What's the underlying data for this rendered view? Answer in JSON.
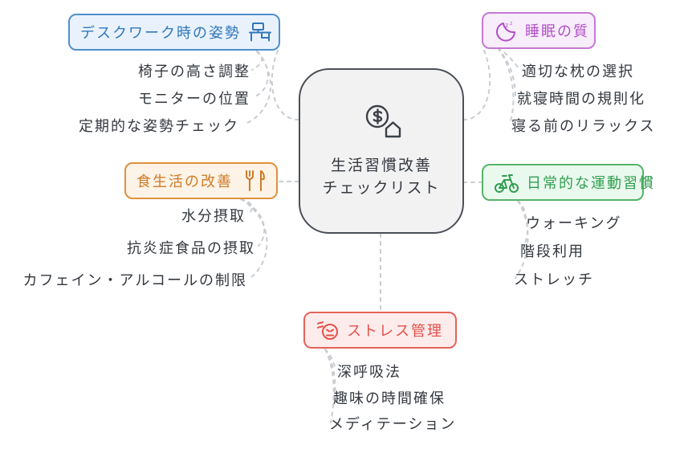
{
  "center": {
    "line1": "生活習慣改善",
    "line2": "チェックリスト",
    "icon": "money-icon"
  },
  "branches": {
    "posture": {
      "label": "デスクワーク時の姿勢",
      "icon": "desk-icon",
      "color": "#3077b9",
      "items": [
        "椅子の高さ調整",
        "モニターの位置",
        "定期的な姿勢チェック"
      ]
    },
    "sleep": {
      "label": "睡眠の質",
      "icon": "moon-zzz-icon",
      "color": "#b04fc6",
      "items": [
        "適切な枕の選択",
        "就寝時間の規則化",
        "寝る前のリラックス"
      ]
    },
    "diet": {
      "label": "食生活の改善",
      "icon": "utensils-icon",
      "color": "#cf7b28",
      "items": [
        "水分摂取",
        "抗炎症食品の摂取",
        "カフェイン・アルコールの制限"
      ]
    },
    "exercise": {
      "label": "日常的な運動習慣",
      "icon": "exercise-bike-icon",
      "color": "#2f9e4f",
      "items": [
        "ウォーキング",
        "階段利用",
        "ストレッチ"
      ]
    },
    "stress": {
      "label": "ストレス管理",
      "icon": "stress-face-icon",
      "color": "#e4504a",
      "items": [
        "深呼吸法",
        "趣味の時間確保",
        "メディテーション"
      ]
    }
  },
  "colors": {
    "center_bg": "#f2f2f2",
    "center_border": "#4b5058",
    "edge": "#c9cdd2",
    "text": "#33383f"
  }
}
